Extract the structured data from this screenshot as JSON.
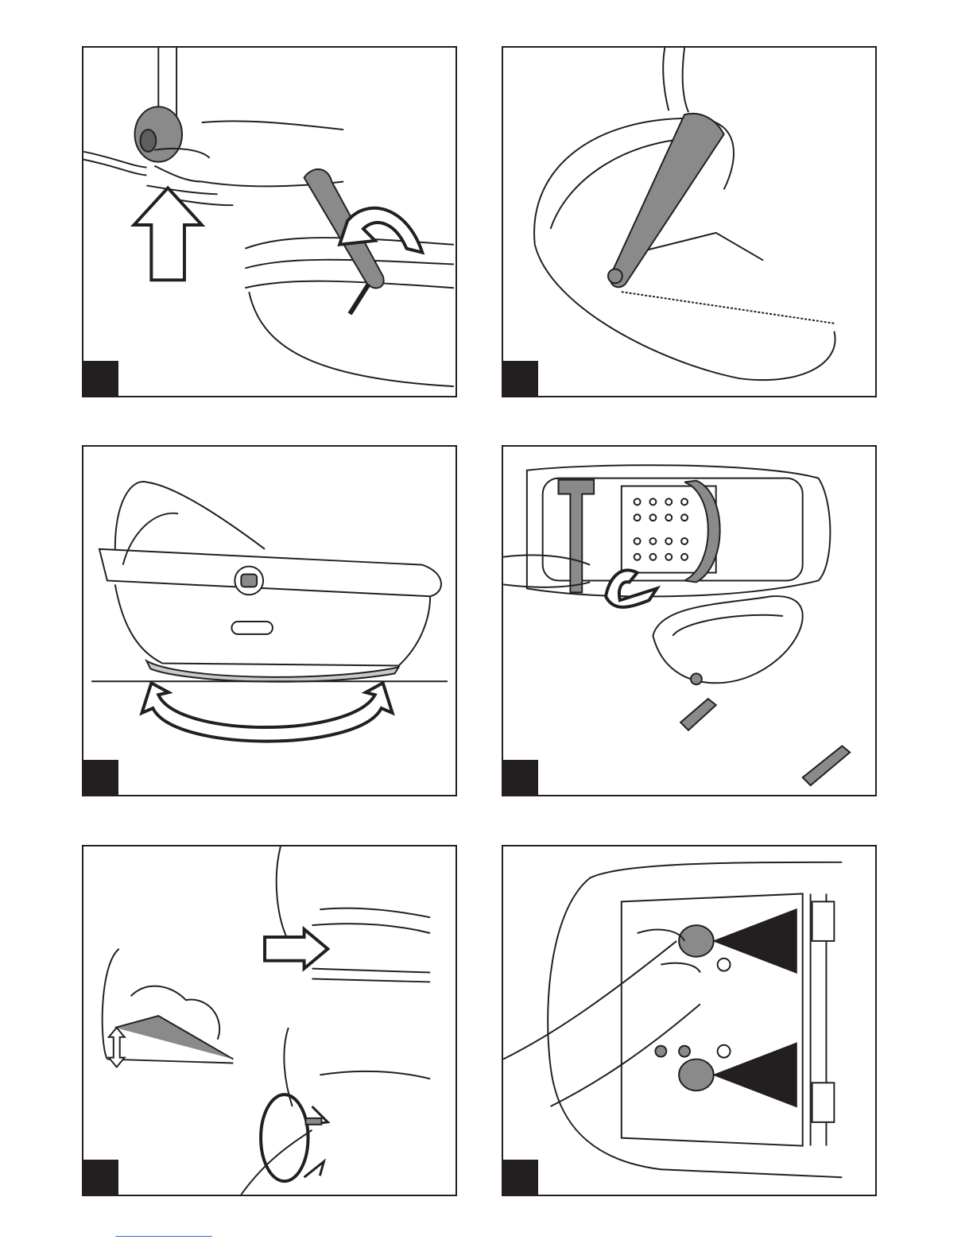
{
  "page": {
    "panels": [
      {
        "id": "p1",
        "step": "",
        "illustration": "release-handle-and-raise"
      },
      {
        "id": "p2",
        "step": "",
        "illustration": "carry-by-handle"
      },
      {
        "id": "p3",
        "step": "",
        "illustration": "rocking-motion"
      },
      {
        "id": "p4",
        "step": "",
        "illustration": "fold-out-stand"
      },
      {
        "id": "p5",
        "step": "",
        "illustration": "backrest-adjust"
      },
      {
        "id": "p6",
        "step": "",
        "illustration": "release-buttons"
      }
    ],
    "colors": {
      "ink": "#231f20",
      "gray": "#8a8a8a",
      "light": "#c9c9c9",
      "link": "#3b6fd1"
    }
  }
}
